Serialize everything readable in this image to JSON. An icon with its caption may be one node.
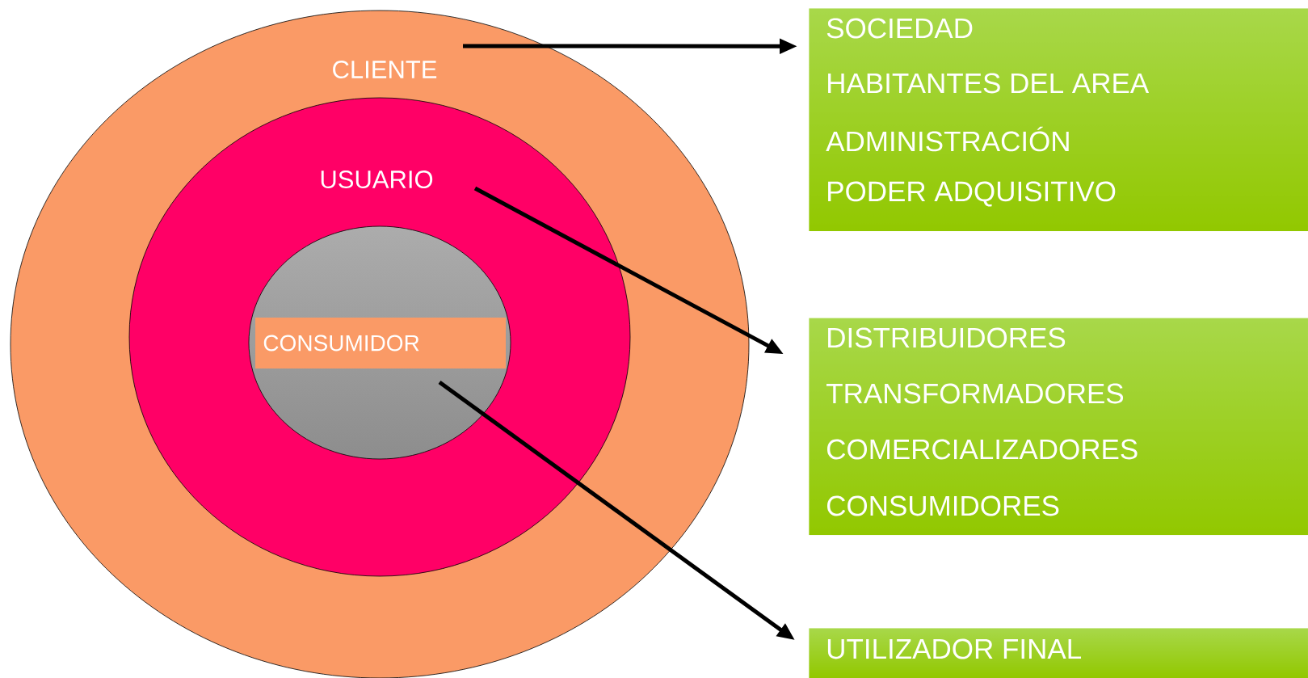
{
  "diagram": {
    "nodes": [
      {
        "text": [
          "CLIENTE"
        ]
      },
      {
        "text": [
          "USUARIO"
        ],
        "in": 0
      },
      {
        "text": [],
        "shape": "ellipse",
        "in": 1
      },
      {
        "text": [
          "CONSUMIDOR"
        ],
        "in": 2
      },
      {
        "text": [
          "SOCIEDAD",
          "HABITANTES DEL AREA",
          "ADMINISTRACIÓN",
          "PODER ADQUISITIVO"
        ]
      },
      {
        "text": [
          "DISTRIBUIDORES",
          "TRANSFORMADORES",
          "COMERCIALIZADORES",
          "CONSUMIDORES"
        ]
      },
      {
        "text": [
          "UTILIZADOR FINAL"
        ]
      }
    ],
    "edges": [
      {
        "from": 0,
        "to": 4,
        "arrow": "to"
      },
      {
        "from": 1,
        "to": 5,
        "arrow": "to"
      },
      {
        "from": 3,
        "to": 6,
        "arrow": "to"
      }
    ]
  }
}
